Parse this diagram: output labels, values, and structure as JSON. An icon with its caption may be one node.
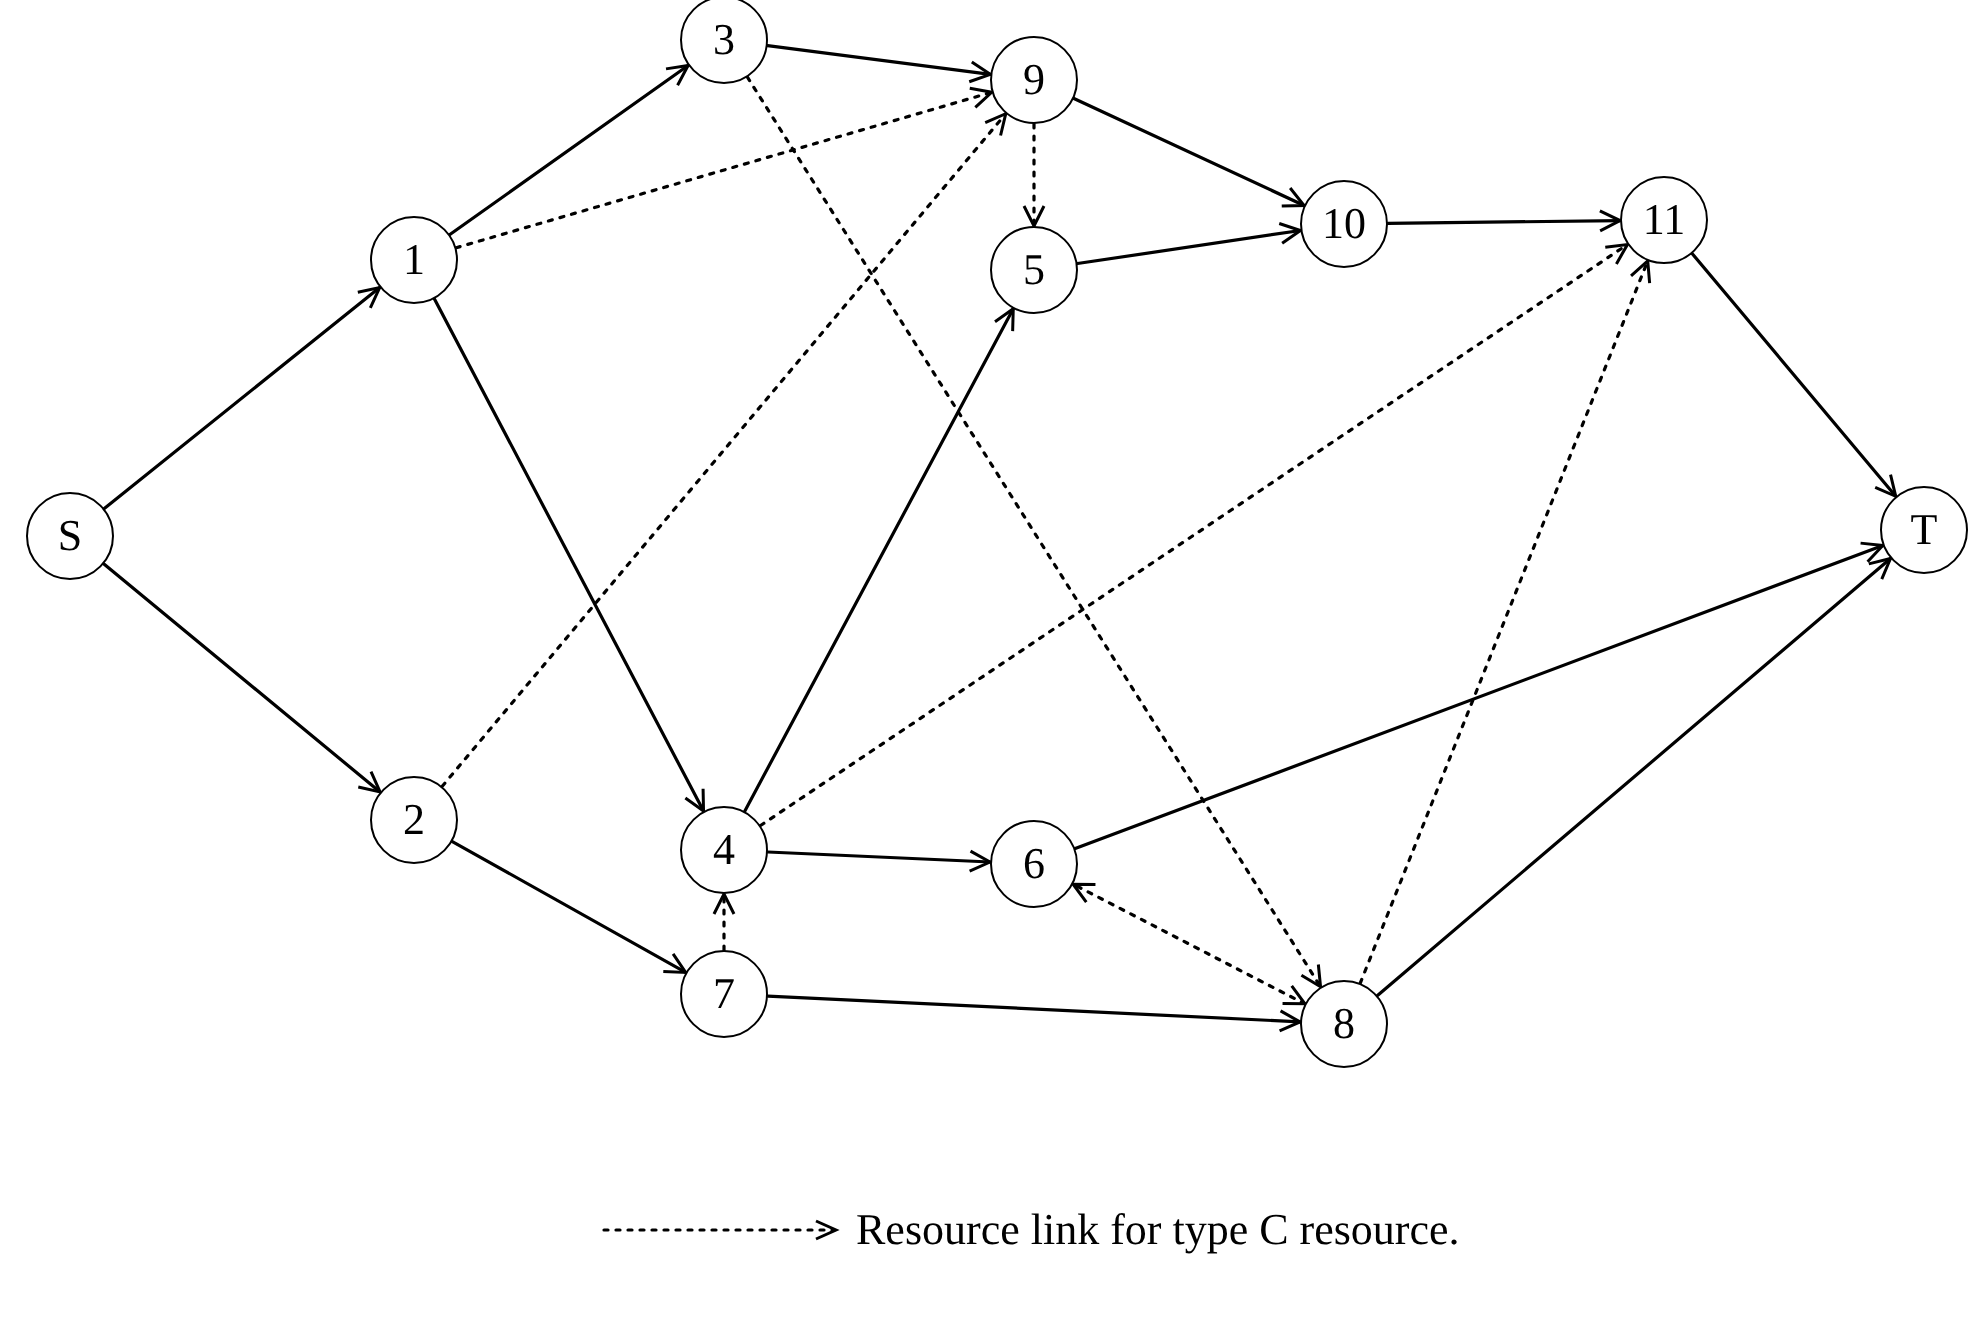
{
  "diagram": {
    "nodes": [
      {
        "text": [
          "S"
        ]
      },
      {
        "text": [
          "1"
        ]
      },
      {
        "text": [
          "3"
        ]
      },
      {
        "text": [
          "9"
        ]
      },
      {
        "text": [
          "5"
        ]
      },
      {
        "text": [
          "10"
        ]
      },
      {
        "text": [
          "11"
        ]
      },
      {
        "text": [
          "T"
        ]
      },
      {
        "text": [
          "2"
        ]
      },
      {
        "text": [
          "4"
        ]
      },
      {
        "text": [
          "6"
        ]
      },
      {
        "text": [
          "7"
        ]
      },
      {
        "text": [
          "8"
        ]
      }
    ],
    "edges": [
      {
        "from": 0,
        "to": 1,
        "arrow": "to"
      },
      {
        "from": 0,
        "to": 8,
        "arrow": "to"
      },
      {
        "from": 1,
        "to": 2,
        "arrow": "to"
      },
      {
        "from": 1,
        "to": 9,
        "arrow": "to"
      },
      {
        "from": 1,
        "to": 3,
        "arrow": "to",
        "style": "dashed"
      },
      {
        "from": 2,
        "to": 3,
        "arrow": "to"
      },
      {
        "from": 2,
        "to": 12,
        "arrow": "to",
        "style": "dashed"
      },
      {
        "from": 3,
        "to": 4,
        "arrow": "to",
        "style": "dashed"
      },
      {
        "from": 3,
        "to": 5,
        "arrow": "to"
      },
      {
        "from": 4,
        "to": 5,
        "arrow": "to"
      },
      {
        "from": 5,
        "to": 6,
        "arrow": "to"
      },
      {
        "from": 6,
        "to": 7,
        "arrow": "to"
      },
      {
        "from": 8,
        "to": 3,
        "arrow": "to",
        "style": "dashed"
      },
      {
        "from": 8,
        "to": 11,
        "arrow": "to"
      },
      {
        "from": 9,
        "to": 4,
        "arrow": "to"
      },
      {
        "from": 9,
        "to": 10,
        "arrow": "to"
      },
      {
        "from": 9,
        "to": 6,
        "arrow": "to",
        "style": "dashed"
      },
      {
        "from": 11,
        "to": 9,
        "arrow": "to",
        "style": "dashed"
      },
      {
        "from": 11,
        "to": 12,
        "arrow": "to"
      },
      {
        "from": 10,
        "to": 7,
        "arrow": "to"
      },
      {
        "from": 12,
        "to": 10,
        "arrow": "both",
        "style": "dashed"
      },
      {
        "from": 12,
        "to": 6,
        "arrow": "to",
        "style": "dashed"
      },
      {
        "from": 12,
        "to": 7,
        "arrow": "to"
      }
    ],
    "legend": [
      {
        "text": "Resource link for type C resource."
      }
    ]
  }
}
